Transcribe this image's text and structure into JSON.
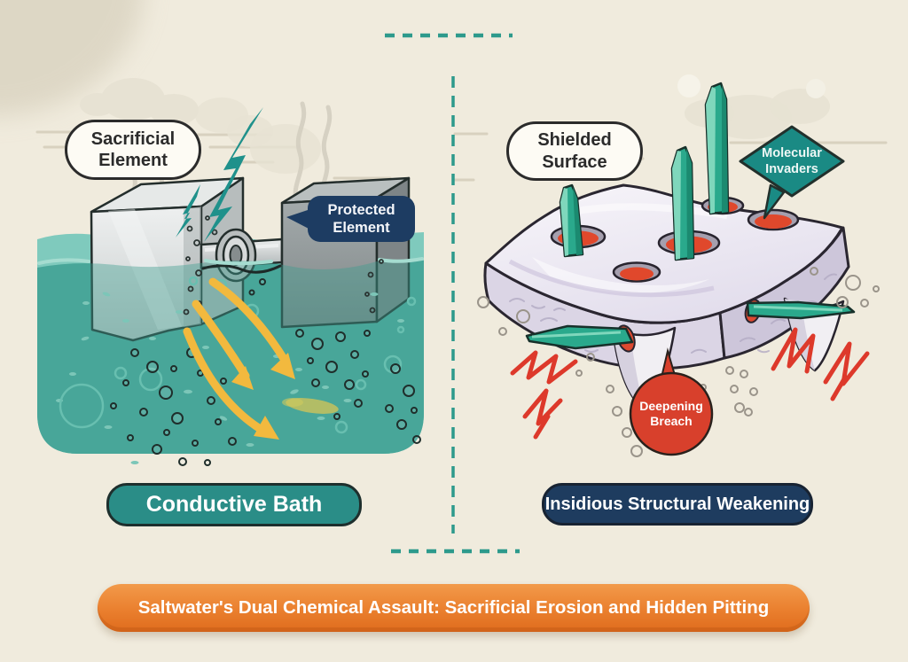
{
  "title": "Saltwater corrosion infographic",
  "left_panel": {
    "sacrificial_label": "Sacrificial Element",
    "protected_label": "Protected Element",
    "caption": "Conductive Bath"
  },
  "right_panel": {
    "shielded_label": "Shielded Surface",
    "invaders_label": "Molecular Invaders",
    "breach_label": "Deepening Breach",
    "caption": "Insidious Structural Weakening"
  },
  "footer": {
    "title": "Saltwater's Dual Chemical Assault: Sacrificial Erosion and Hidden Pitting"
  },
  "colors": {
    "background": "#f0ebdd",
    "water_teal": "#50ada0",
    "water_light": "#7fcabd",
    "accent_teal": "#1f918b",
    "dash_teal": "#2d9a8c",
    "navy": "#1d3c62",
    "orange_banner": "#ea7f2e",
    "alert_red": "#d8402c",
    "arrow_yellow": "#f2b93e",
    "crystal_green": "#2aa98c",
    "slab_lavender": "#dbd5e5",
    "metal_gray": "#c6cbcb"
  },
  "illustration": {
    "left_scene": [
      "conductive bath tank",
      "sacrificial metal block (corroding)",
      "protected metal block",
      "connecting rod with washer",
      "lightning bolt",
      "smoke wisps",
      "electron flow arrows",
      "corrosion bubbles"
    ],
    "right_scene": [
      "shielded surface slab",
      "red pit holes",
      "green crystal invaders",
      "pit cones",
      "impact zigzags",
      "bubbles"
    ]
  }
}
